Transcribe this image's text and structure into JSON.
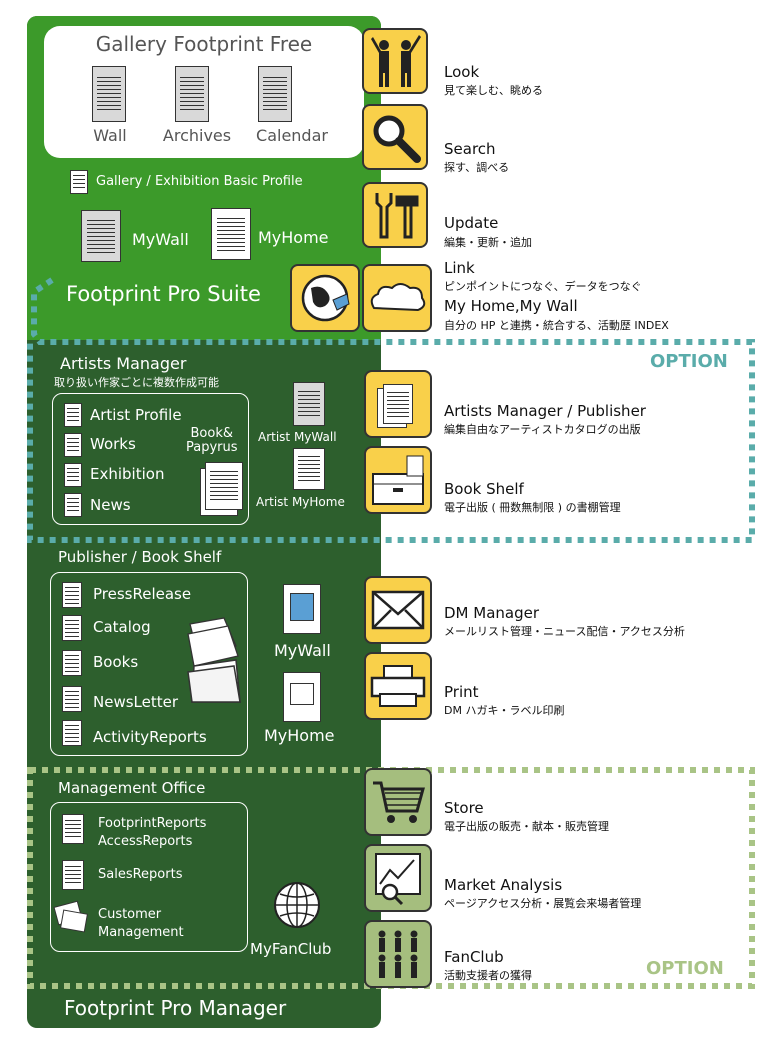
{
  "free": {
    "title": "Gallery Footprint Free",
    "items": [
      "Wall",
      "Archives",
      "Calendar"
    ],
    "basic_profile": "Gallery / Exhibition Basic Profile",
    "mywall": "MyWall",
    "myhome": "MyHome"
  },
  "suite": {
    "title": "Footprint Pro Suite"
  },
  "artists": {
    "title": "Artists Manager",
    "subtitle": "取り扱い作家ごとに複数作成可能",
    "items": [
      "Artist Profile",
      "Works",
      "Exhibition",
      "News"
    ],
    "book_label": "Book&\nPapyrus",
    "artist_mywall": "Artist MyWall",
    "artist_myhome": "Artist MyHome"
  },
  "publisher": {
    "title": "Publisher / Book Shelf",
    "items": [
      "PressRelease",
      "Catalog",
      "Books",
      "NewsLetter",
      "ActivityReports"
    ],
    "mywall": "MyWall",
    "myhome": "MyHome"
  },
  "management": {
    "title": "Management Office",
    "reports_line1": "FootprintReports",
    "reports_line2": "AccessReports",
    "sales": "SalesReports",
    "customer_line1": "Customer",
    "customer_line2": "Management",
    "fanclub": "MyFanClub"
  },
  "manager": {
    "title": "Footprint Pro Manager"
  },
  "option_label": "OPTION",
  "features": {
    "look": {
      "en": "Look",
      "jp": "見て楽しむ、眺める"
    },
    "search": {
      "en": "Search",
      "jp": "探す、調べる"
    },
    "update": {
      "en": "Update",
      "jp": "編集・更新・追加"
    },
    "link": {
      "en": "Link",
      "jp": "ピンポイントにつなぐ、データをつなぐ"
    },
    "myhome": {
      "en": "My Home,My Wall",
      "jp": "自分の HP と連携・統合する、活動歴 INDEX"
    },
    "artists_pub": {
      "en": "Artists Manager / Publisher",
      "jp": "編集自由なアーティストカタログの出版"
    },
    "bookshelf": {
      "en": "Book Shelf",
      "jp": "電子出版 ( 冊数無制限 ) の書棚管理"
    },
    "dm": {
      "en": "DM Manager",
      "jp": "メールリスト管理・ニュース配信・アクセス分析"
    },
    "print": {
      "en": "Print",
      "jp": "DM ハガキ・ラベル印刷"
    },
    "store": {
      "en": "Store",
      "jp": "電子出版の販売・献本・販売管理"
    },
    "market": {
      "en": "Market Analysis",
      "jp": "ページアクセス分析・展覧会来場者管理"
    },
    "fanclub": {
      "en": "FanClub",
      "jp": "活動支援者の獲得"
    }
  },
  "colors": {
    "light_green": "#3c9a2a",
    "dark_green": "#2d5f2d",
    "yellow": "#f9d04a",
    "olive": "#a5be7e",
    "teal": "#5aacaa",
    "sage": "#a9c486"
  }
}
